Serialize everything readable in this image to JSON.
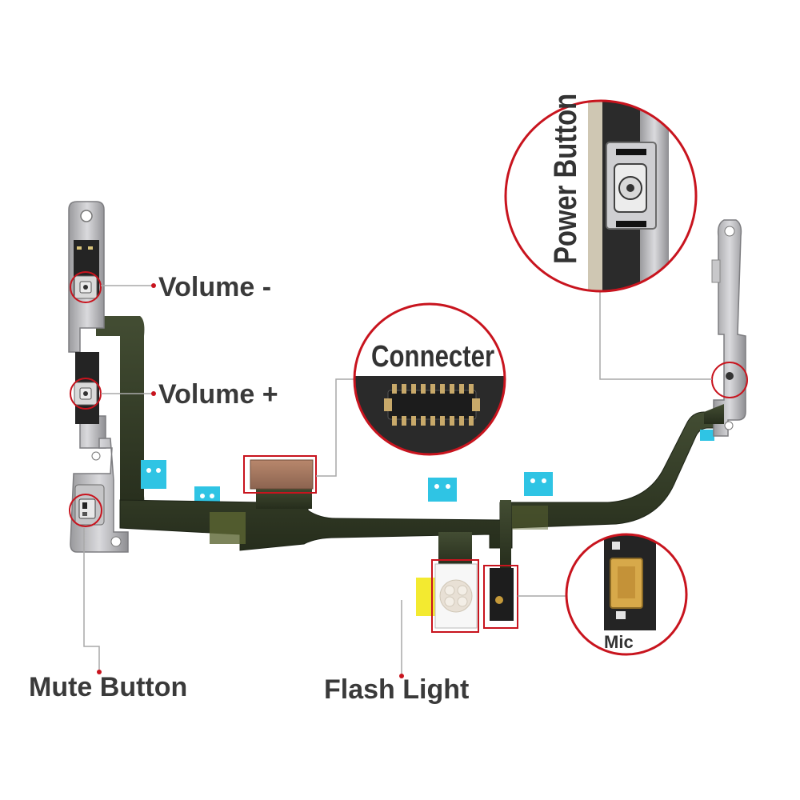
{
  "labels": {
    "volume_minus": "Volume -",
    "volume_plus": "Volume +",
    "mute_button": "Mute Button",
    "flash_light": "Flash Light",
    "connecter": "Connecter",
    "mic": "Mic",
    "power_button": "Power Button"
  },
  "colors": {
    "callout_red": "#c8141e",
    "leader_gray": "#a9a9a9",
    "flex_cable": "#2f3a25",
    "metal_bracket": "#bfbfc2",
    "adhesive_blue": "#2fc4e4",
    "adhesive_yellow": "#f3ea30",
    "label_text": "#3a3a3a"
  }
}
